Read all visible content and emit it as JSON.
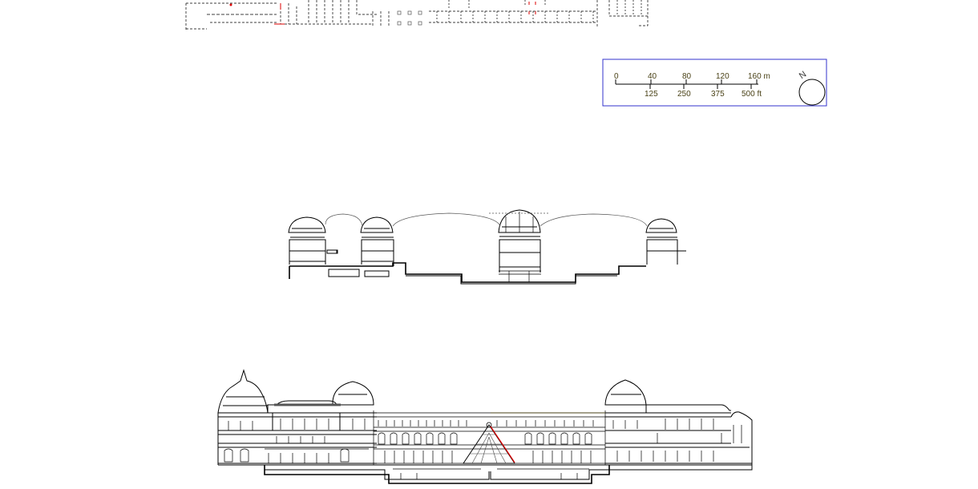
{
  "scale_bar": {
    "metric_labels": [
      "0",
      "40",
      "80",
      "120",
      "160 m"
    ],
    "imperial_labels": [
      "125",
      "250",
      "375",
      "500 ft"
    ],
    "north_label": "N",
    "border_color": "#3333cc",
    "text_color": "#4a4217"
  },
  "accent_colors": {
    "section_line": "#dd0000",
    "ink": "#000000"
  },
  "drawings": [
    {
      "name": "floor-plan-strip"
    },
    {
      "name": "cross-section-domes"
    },
    {
      "name": "pyramid-elevation-section"
    }
  ]
}
